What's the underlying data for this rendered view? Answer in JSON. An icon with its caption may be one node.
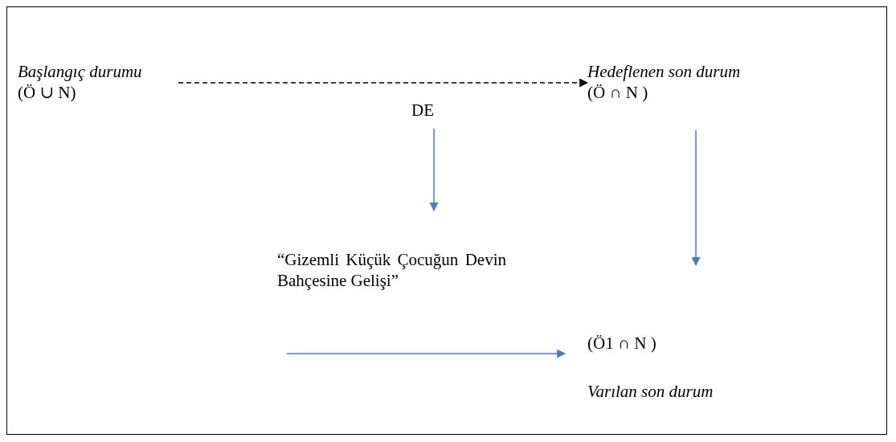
{
  "diagram": {
    "nodes": [
      {
        "text": [
          "Başlangıç durumu",
          "(Ö ∪ N)"
        ]
      },
      {
        "text": [
          "Hedeflenen son durum",
          "(Ö ∩ N )"
        ]
      },
      {
        "text": [
          "DE"
        ]
      },
      {
        "text": [
          "“Gizemli Küçük Çocuğun Devin Bahçesine Gelişi”"
        ]
      },
      {
        "text": [
          "(Ö1 ∩ N )",
          "Varılan son durum"
        ]
      }
    ],
    "edges": [
      {
        "from": 0,
        "to": 1,
        "arrow": "to",
        "style": "dashed",
        "color": "#000000"
      },
      {
        "from": 2,
        "to": 3,
        "arrow": "to"
      },
      {
        "from": 1,
        "to": 4,
        "arrow": "to"
      },
      {
        "from": null,
        "to": 4,
        "arrow": "to"
      }
    ]
  }
}
